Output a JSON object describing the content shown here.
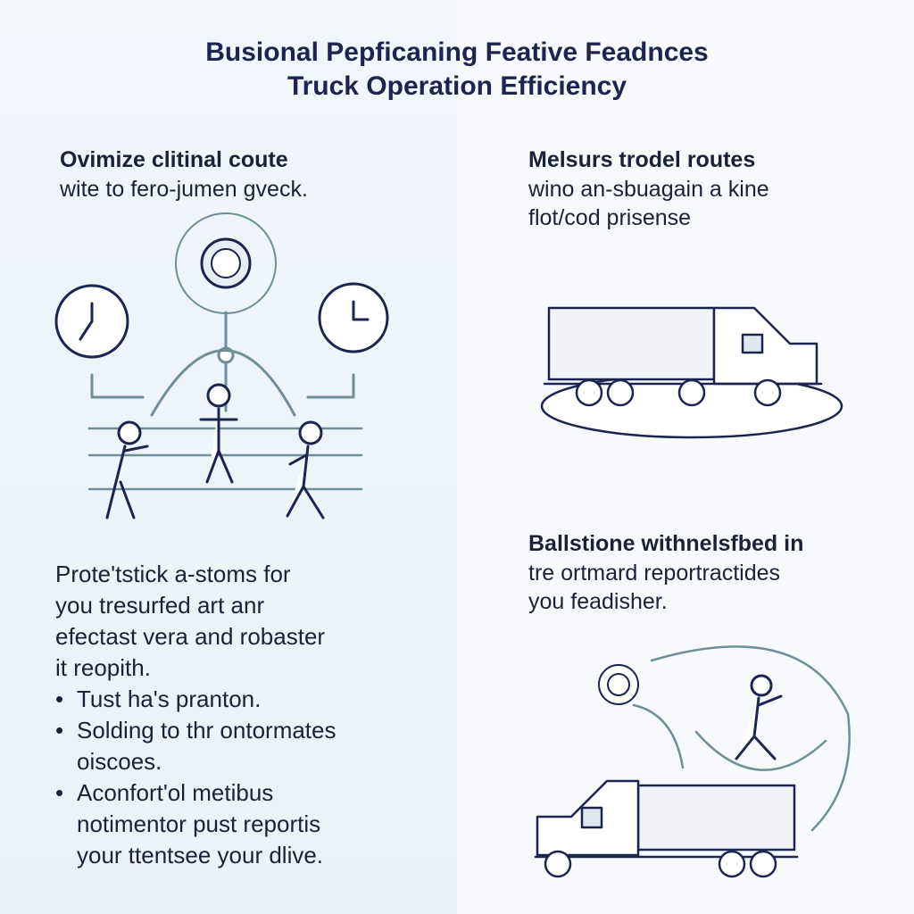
{
  "header": {
    "title1": "Busional Pepficaning Feative Feadnces",
    "title2": "Truck Operation Efficiency"
  },
  "left": {
    "heading": "Ovimize clitinal coute",
    "sub": "wite to fero-jumen gveck.",
    "paragraph": [
      "Prote'tstick a-stoms for",
      "you tresurfed art anr",
      "efectast vera and robaster",
      "it reopith."
    ],
    "bullets": [
      [
        "Tust ha's pranton."
      ],
      [
        "Solding to thr ontormates",
        "oiscoes."
      ],
      [
        "Aconfort'ol metibus",
        "notimentor pust reportis",
        "your ttentsee your dlive."
      ]
    ]
  },
  "right": {
    "heading1": "Melsurs trodel routes",
    "sub1": [
      "wino an-sbuagain a kine",
      "flot/cod prisense"
    ],
    "heading2": "Ballstione withnelsfbed in",
    "sub2": [
      "tre ortmard reportractides",
      "you feadisher."
    ]
  },
  "colors": {
    "navy": "#1c2550",
    "accent": "#6f8f98"
  }
}
